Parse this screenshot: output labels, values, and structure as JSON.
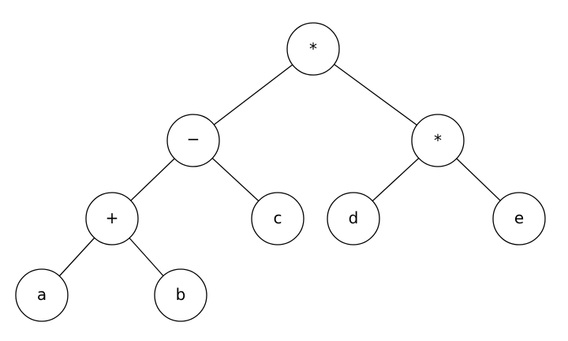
{
  "tree": {
    "nodes": [
      {
        "id": "root",
        "label": "*"
      },
      {
        "id": "minus",
        "label": "−"
      },
      {
        "id": "times-right",
        "label": "*"
      },
      {
        "id": "plus",
        "label": "+"
      },
      {
        "id": "c",
        "label": "c"
      },
      {
        "id": "d",
        "label": "d"
      },
      {
        "id": "e",
        "label": "e"
      },
      {
        "id": "a",
        "label": "a"
      },
      {
        "id": "b",
        "label": "b"
      }
    ],
    "edges": [
      {
        "from": "root",
        "to": "minus"
      },
      {
        "from": "root",
        "to": "times-right"
      },
      {
        "from": "minus",
        "to": "plus"
      },
      {
        "from": "minus",
        "to": "c"
      },
      {
        "from": "times-right",
        "to": "d"
      },
      {
        "from": "times-right",
        "to": "e"
      },
      {
        "from": "plus",
        "to": "a"
      },
      {
        "from": "plus",
        "to": "b"
      }
    ]
  }
}
